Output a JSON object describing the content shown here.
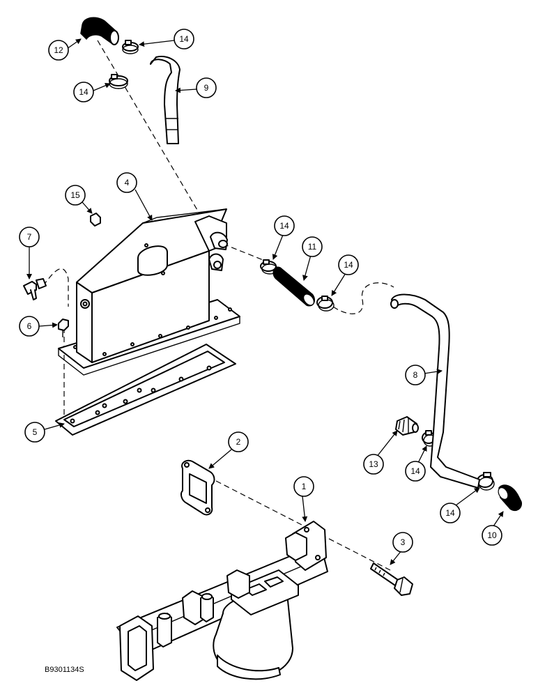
{
  "callouts": {
    "c1": "1",
    "c2": "2",
    "c3": "3",
    "c4": "4",
    "c5": "5",
    "c6": "6",
    "c7": "7",
    "c8": "8",
    "c9": "9",
    "c10": "10",
    "c11": "11",
    "c12": "12",
    "c13": "13",
    "c14": "14",
    "c15": "15"
  },
  "reference_code": "B9301134S",
  "colors": {
    "line": "#000000",
    "background": "#ffffff"
  }
}
